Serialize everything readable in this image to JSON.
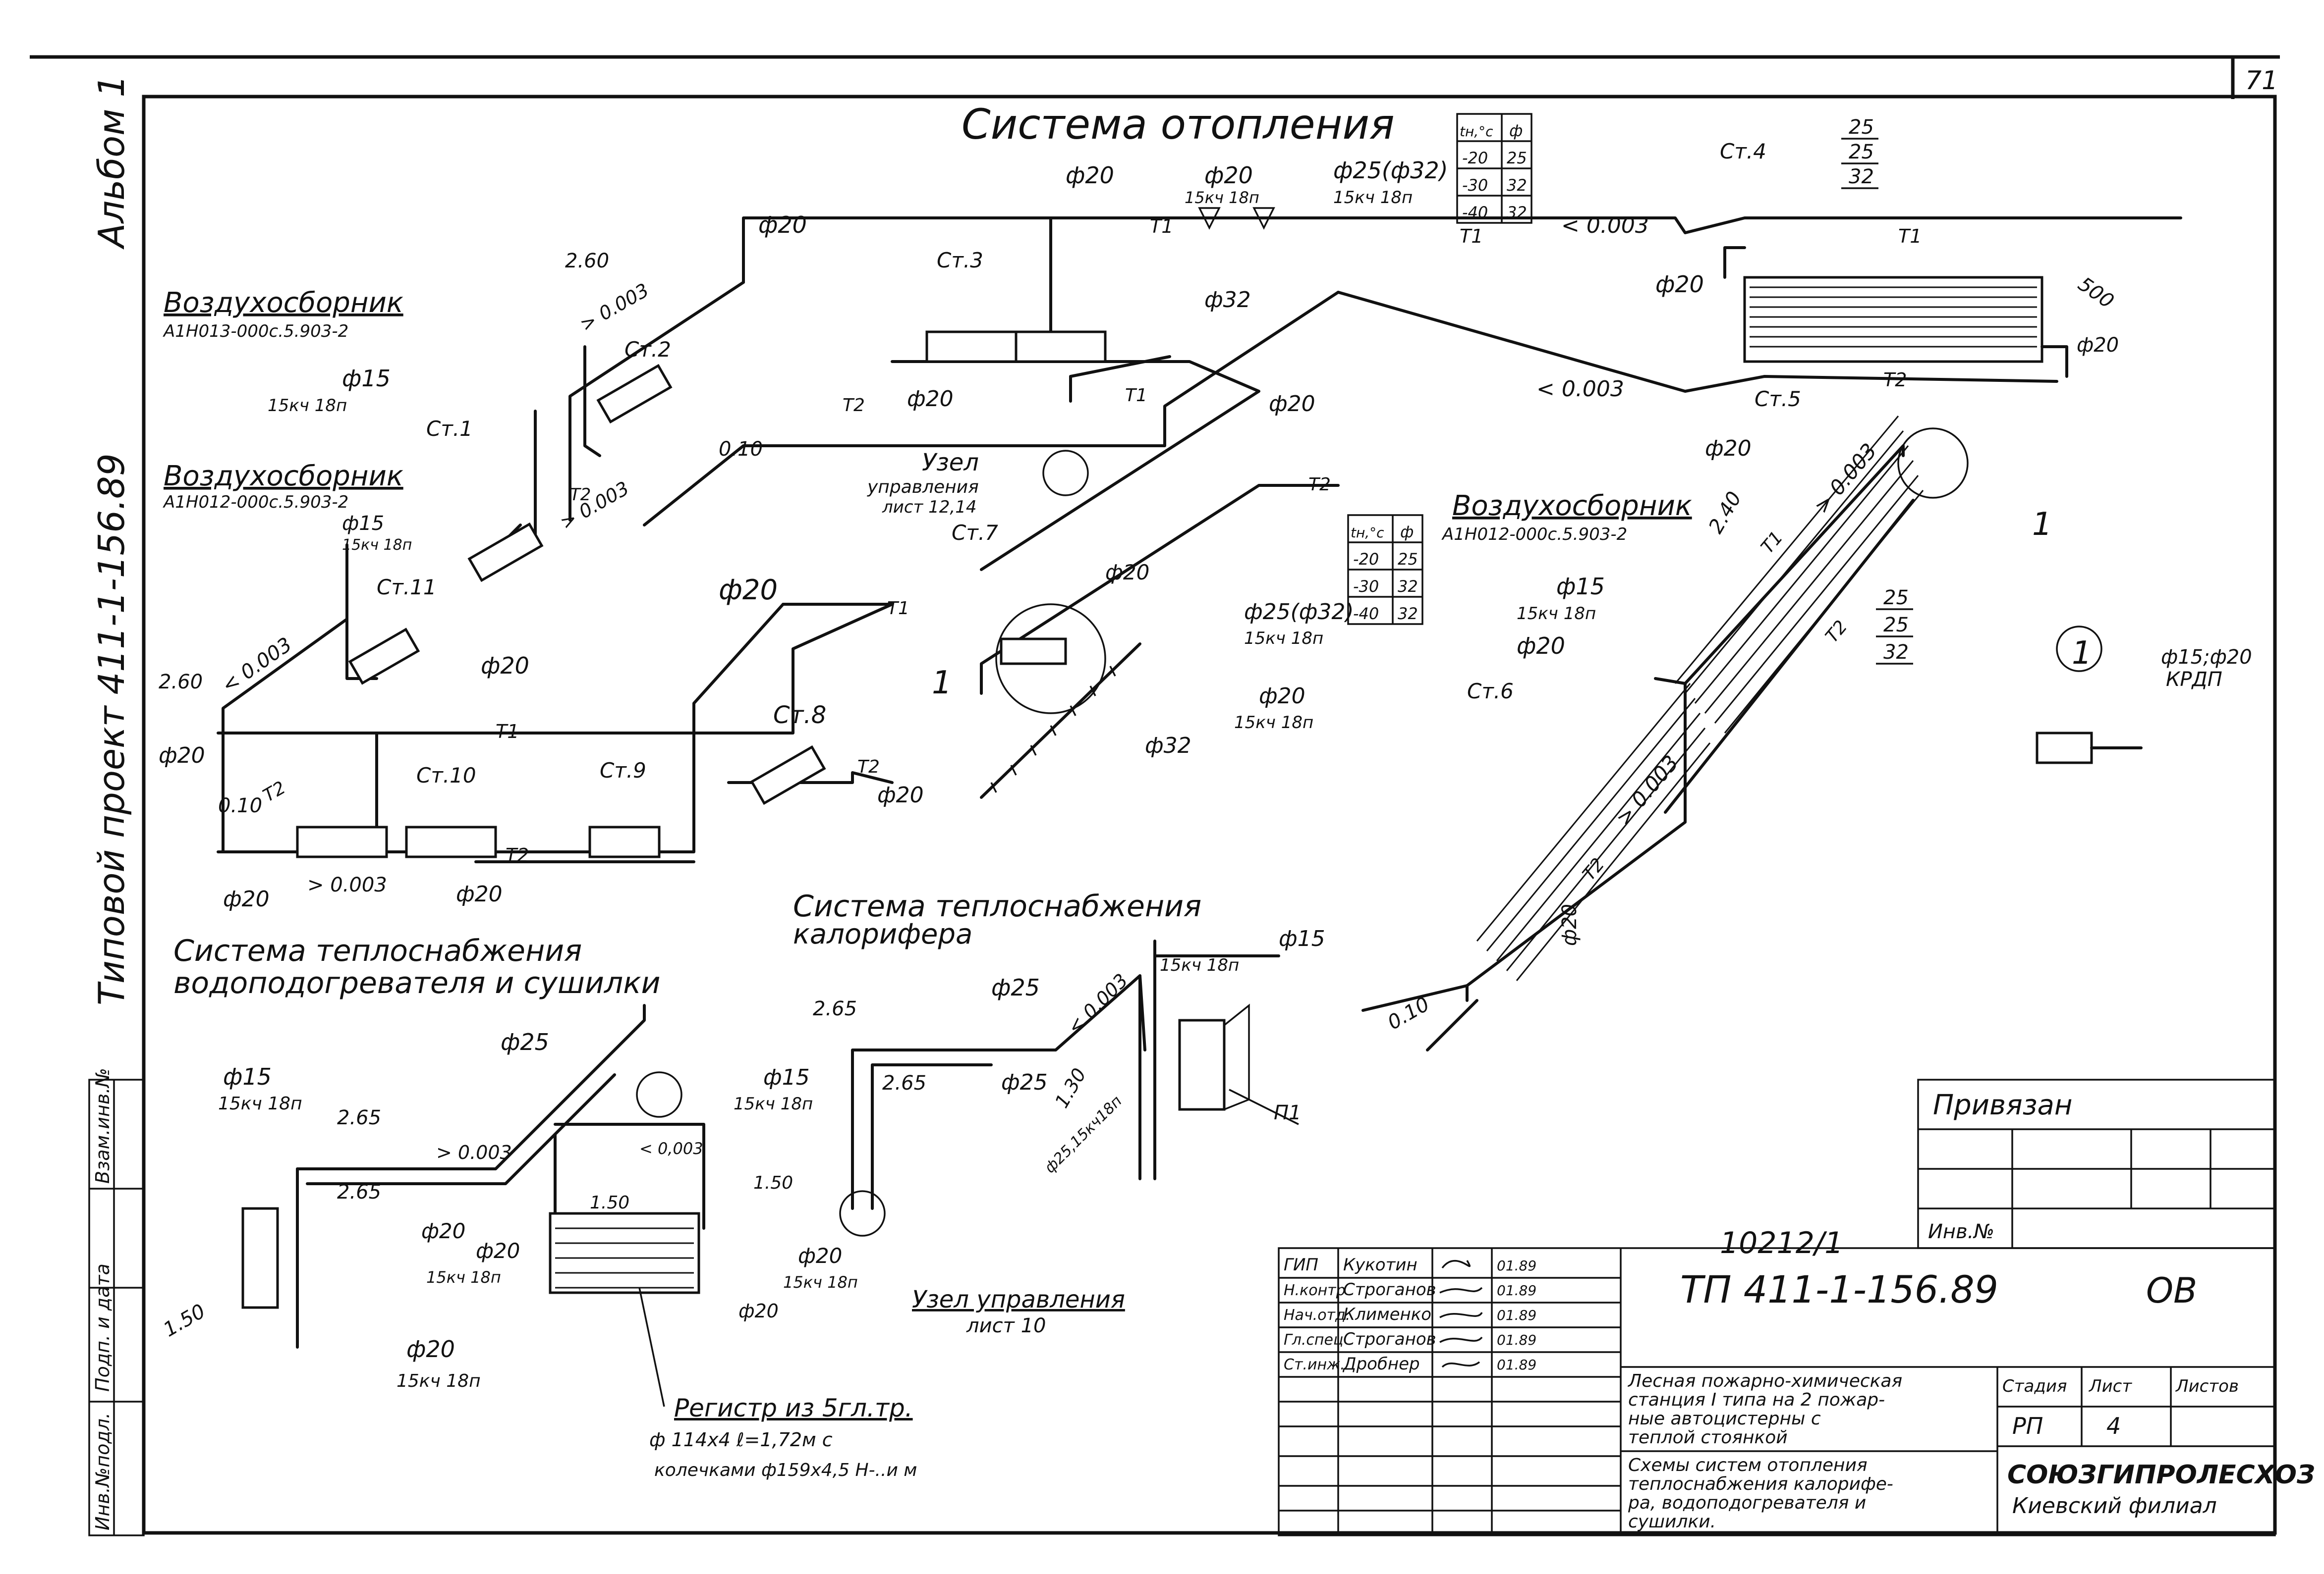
{
  "sheet": {
    "page_number": "71",
    "album": "Альбом 1",
    "typical_project": "Типовой проект 411-1-156.89",
    "doc_number": "10212/1"
  },
  "heating": {
    "title": "Система отопления",
    "t1": "T1",
    "t2": "T2",
    "d20": "ф20",
    "d32": "ф32",
    "d15": "ф15",
    "d25_32": "ф25(ф32)",
    "valve": "15кч 18п",
    "slope_003": "> 0.003",
    "slope_lt": "< 0.003",
    "slope_gt": "> 0.003",
    "mark_260": "2.60",
    "mark_240": "2.40",
    "mark_010": "0.10",
    "mark_500": "500",
    "air_collector": "Воздухосборник",
    "air_code_a": "А1Н013-000с.5.903-2",
    "air_code_b": "А1Н012-000с.5.903-2",
    "node": "Узел",
    "node_sub": "управления",
    "node_ref": "лист 12,14",
    "risers": [
      "Ст.1",
      "Ст.2",
      "Ст.3",
      "Ст.4",
      "Ст.5",
      "Ст.6",
      "Ст.7",
      "Ст.8",
      "Ст.9",
      "Ст.10",
      "Ст.11"
    ],
    "callout": "1",
    "krdp": "ф15;ф20",
    "krdp_label": "КРДП",
    "temp_header": "tн,°c",
    "diam_header": "ф",
    "temp_rows": [
      [
        "-20",
        "25"
      ],
      [
        "-30",
        "32"
      ],
      [
        "-40",
        "32"
      ]
    ],
    "stack_diam": [
      "25",
      "25",
      "32"
    ]
  },
  "calorifer": {
    "title": "Система теплоснабжения",
    "title2": "калорифера",
    "d25": "ф25",
    "d15": "ф15",
    "valve": "15кч 18п",
    "mark_265": "2.65",
    "mark_130": "1.30",
    "slope": "< 0.003",
    "d25_valve": "ф25,15кч18п",
    "unit": "П1",
    "node": "Узел управления",
    "node_ref": "лист 10"
  },
  "waterheater": {
    "title": "Система теплоснабжения",
    "title2": "водоподогревателя и сушилки",
    "d15": "ф15",
    "d20": "ф20",
    "d25": "ф25",
    "valve": "15кч 18п",
    "mark_265": "2.65",
    "mark_150": "1.50",
    "slope_gt": "> 0.003",
    "slope_lt": "< 0,003",
    "register": "Регистр из 5гл.тр.",
    "register2": "ф 114х4  ℓ=1,72м  с",
    "register3": "колечками ф159х4,5 Н-..и м"
  },
  "left_stamp": [
    "Инв.№подл.",
    "Подп. и дата",
    "Взам.инв.№"
  ],
  "title_block": {
    "privyazan": "Привязан",
    "inv": "Инв.№",
    "code": "ТП 411-1-156.89",
    "sheet_code": "ОВ",
    "signers": [
      {
        "role": "ГИП",
        "name": "Кукотин",
        "date": "01.89"
      },
      {
        "role": "Н.контр",
        "name": "Строганов",
        "date": "01.89"
      },
      {
        "role": "Нач.отд.",
        "name": "Клименко",
        "date": "01.89"
      },
      {
        "role": "Гл.спец",
        "name": "Строганов",
        "date": "01.89"
      },
      {
        "role": "Ст.инж.",
        "name": "Дробнер",
        "date": "01.89"
      }
    ],
    "object_lines": [
      "Лесная пожарно-химическая",
      "станция I типа на 2 пожар-",
      "ные автоцистерны с",
      "теплой стоянкой"
    ],
    "sheet_lines": [
      "Схемы систем отопления",
      "теплоснабжения калорифе-",
      "ра, водоподогревателя и",
      "сушилки."
    ],
    "stage_h": "Стадия",
    "sheet_h": "Лист",
    "sheets_h": "Листов",
    "stage": "РП",
    "sheet": "4",
    "org": "СОЮЗГИПРОЛЕСХОЗ",
    "org2": "Киевский филиал"
  }
}
